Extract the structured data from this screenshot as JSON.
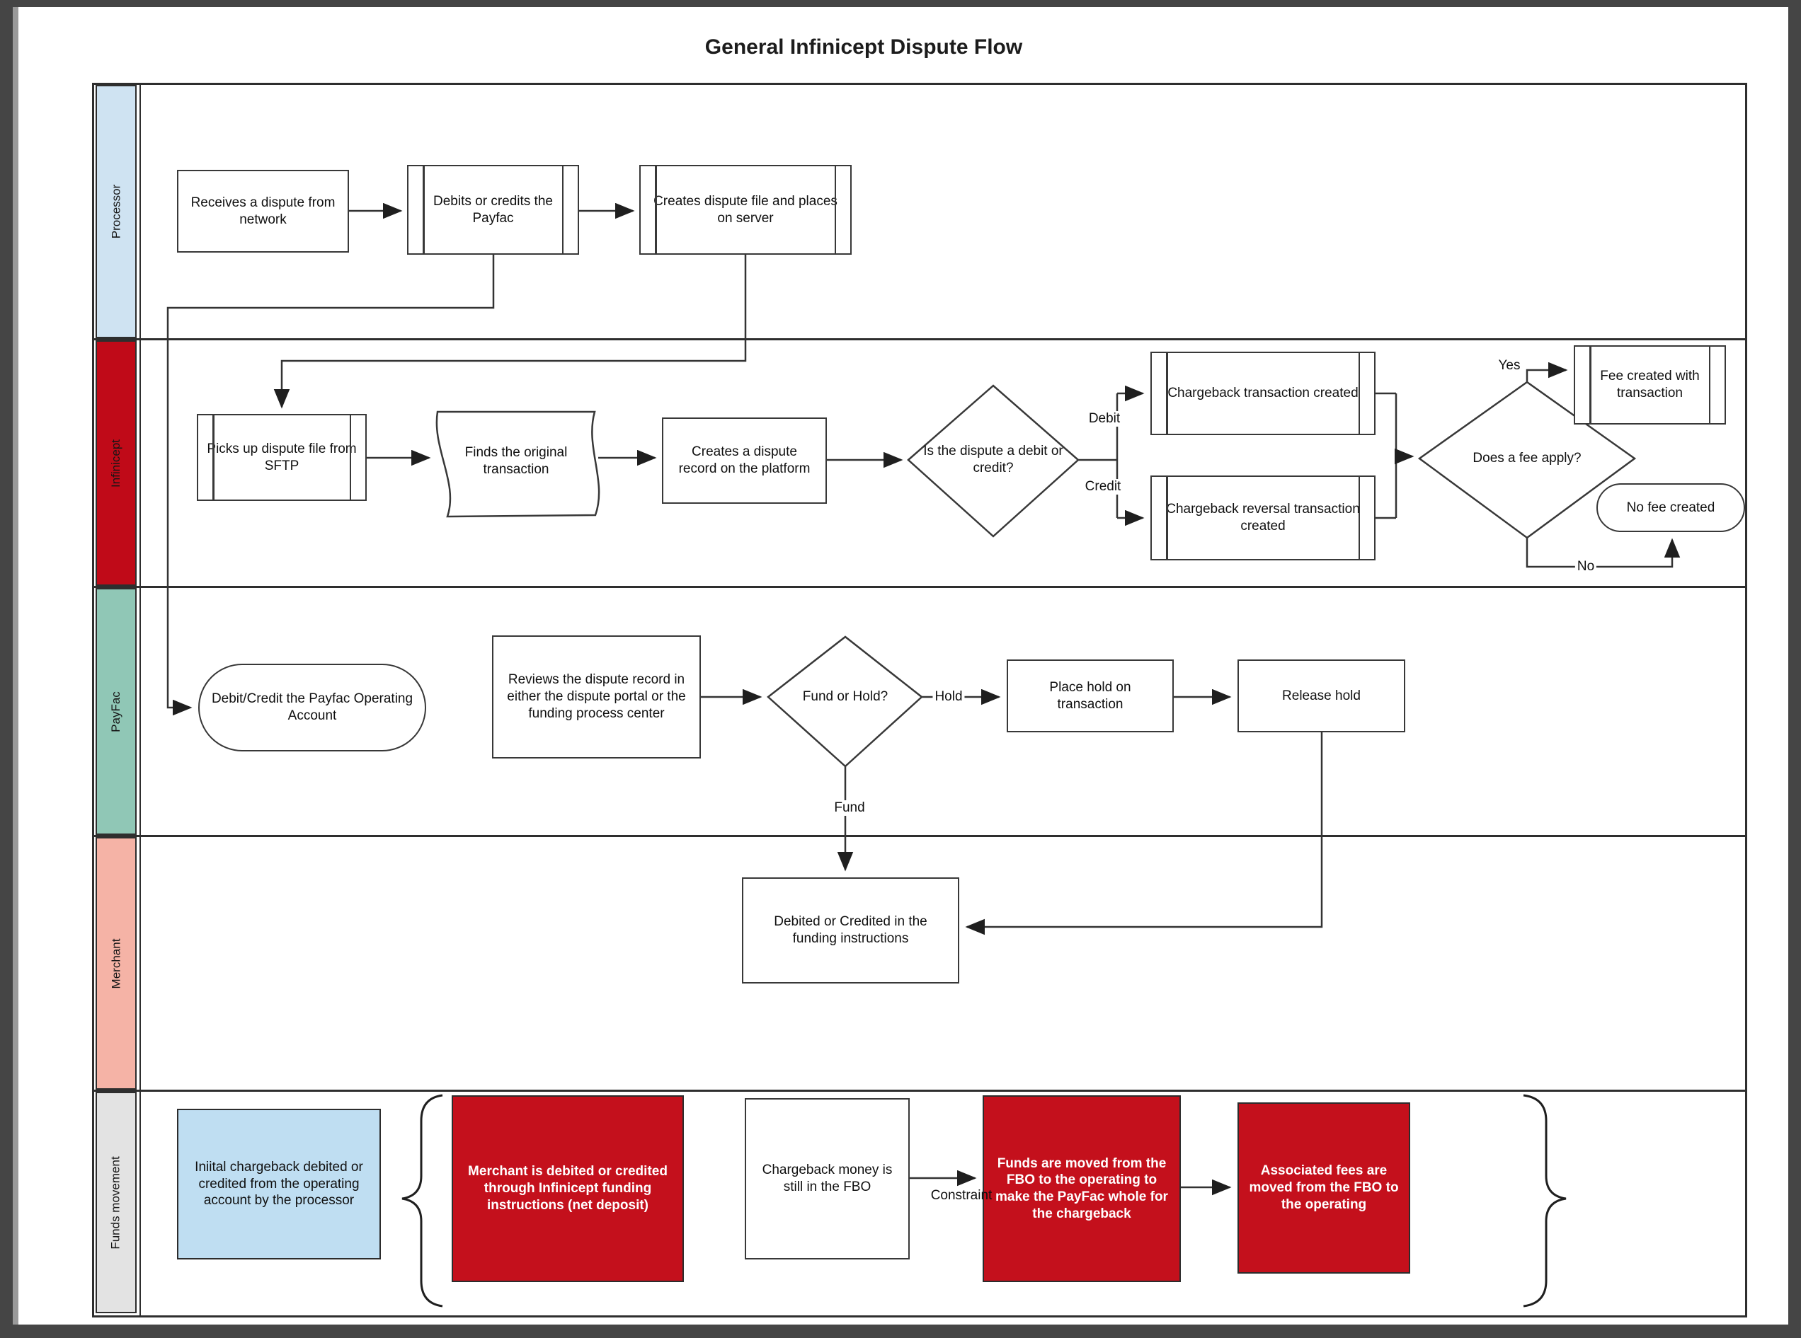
{
  "title": "General Infinicept Dispute Flow",
  "lanes": [
    {
      "label": "Processor",
      "color": "#cfe3f2"
    },
    {
      "label": "Infinicept",
      "color": "#c00a18"
    },
    {
      "label": "PayFac",
      "color": "#90c7b6"
    },
    {
      "label": "Merchant",
      "color": "#f5b3a6"
    },
    {
      "label": "Funds movement",
      "color": "#e3e3e3"
    }
  ],
  "nodes": {
    "receives_dispute": "Receives a dispute from network",
    "debits_credits_payfac": "Debits or credits the Payfac",
    "creates_dispute_file": "Creates dispute file and places on server",
    "picks_up_file": "Picks up dispute file from SFTP",
    "finds_original": "Finds the original transaction",
    "creates_record": "Creates a dispute record on the platform",
    "debit_credit_question": "Is the dispute a debit or credit?",
    "chargeback_created": "Chargeback transaction created",
    "chargeback_reversal": "Chargeback reversal transaction created",
    "fee_apply_question": "Does a fee apply?",
    "fee_created": "Fee created with transaction",
    "no_fee_created": "No fee created",
    "operating_account": "Debit/Credit the Payfac Operating Account",
    "reviews_record": "Reviews the dispute record in either the dispute portal or the funding process center",
    "fund_or_hold_question": "Fund or Hold?",
    "place_hold": "Place hold on transaction",
    "release_hold": "Release hold",
    "debited_credited_funding": "Debited or Credited in the funding instructions",
    "initial_chargeback": "Iniital chargeback debited or credited from the operating account by the processor",
    "merchant_debited": "Merchant is debited or credited through Infinicept funding instructions (net deposit)",
    "chargeback_fbo": "Chargeback money is still in the FBO",
    "funds_moved": "Funds are moved from the FBO to the operating to make the PayFac whole for the chargeback",
    "fees_moved": "Associated fees are moved from the FBO to the operating"
  },
  "edge_labels": {
    "debit": "Debit",
    "credit": "Credit",
    "yes": "Yes",
    "no": "No",
    "hold": "Hold",
    "fund": "Fund",
    "constraint": "Constraint"
  },
  "colors": {
    "funds_blue": "#bfdef2",
    "funds_red": "#c4101c",
    "line": "#333333"
  }
}
